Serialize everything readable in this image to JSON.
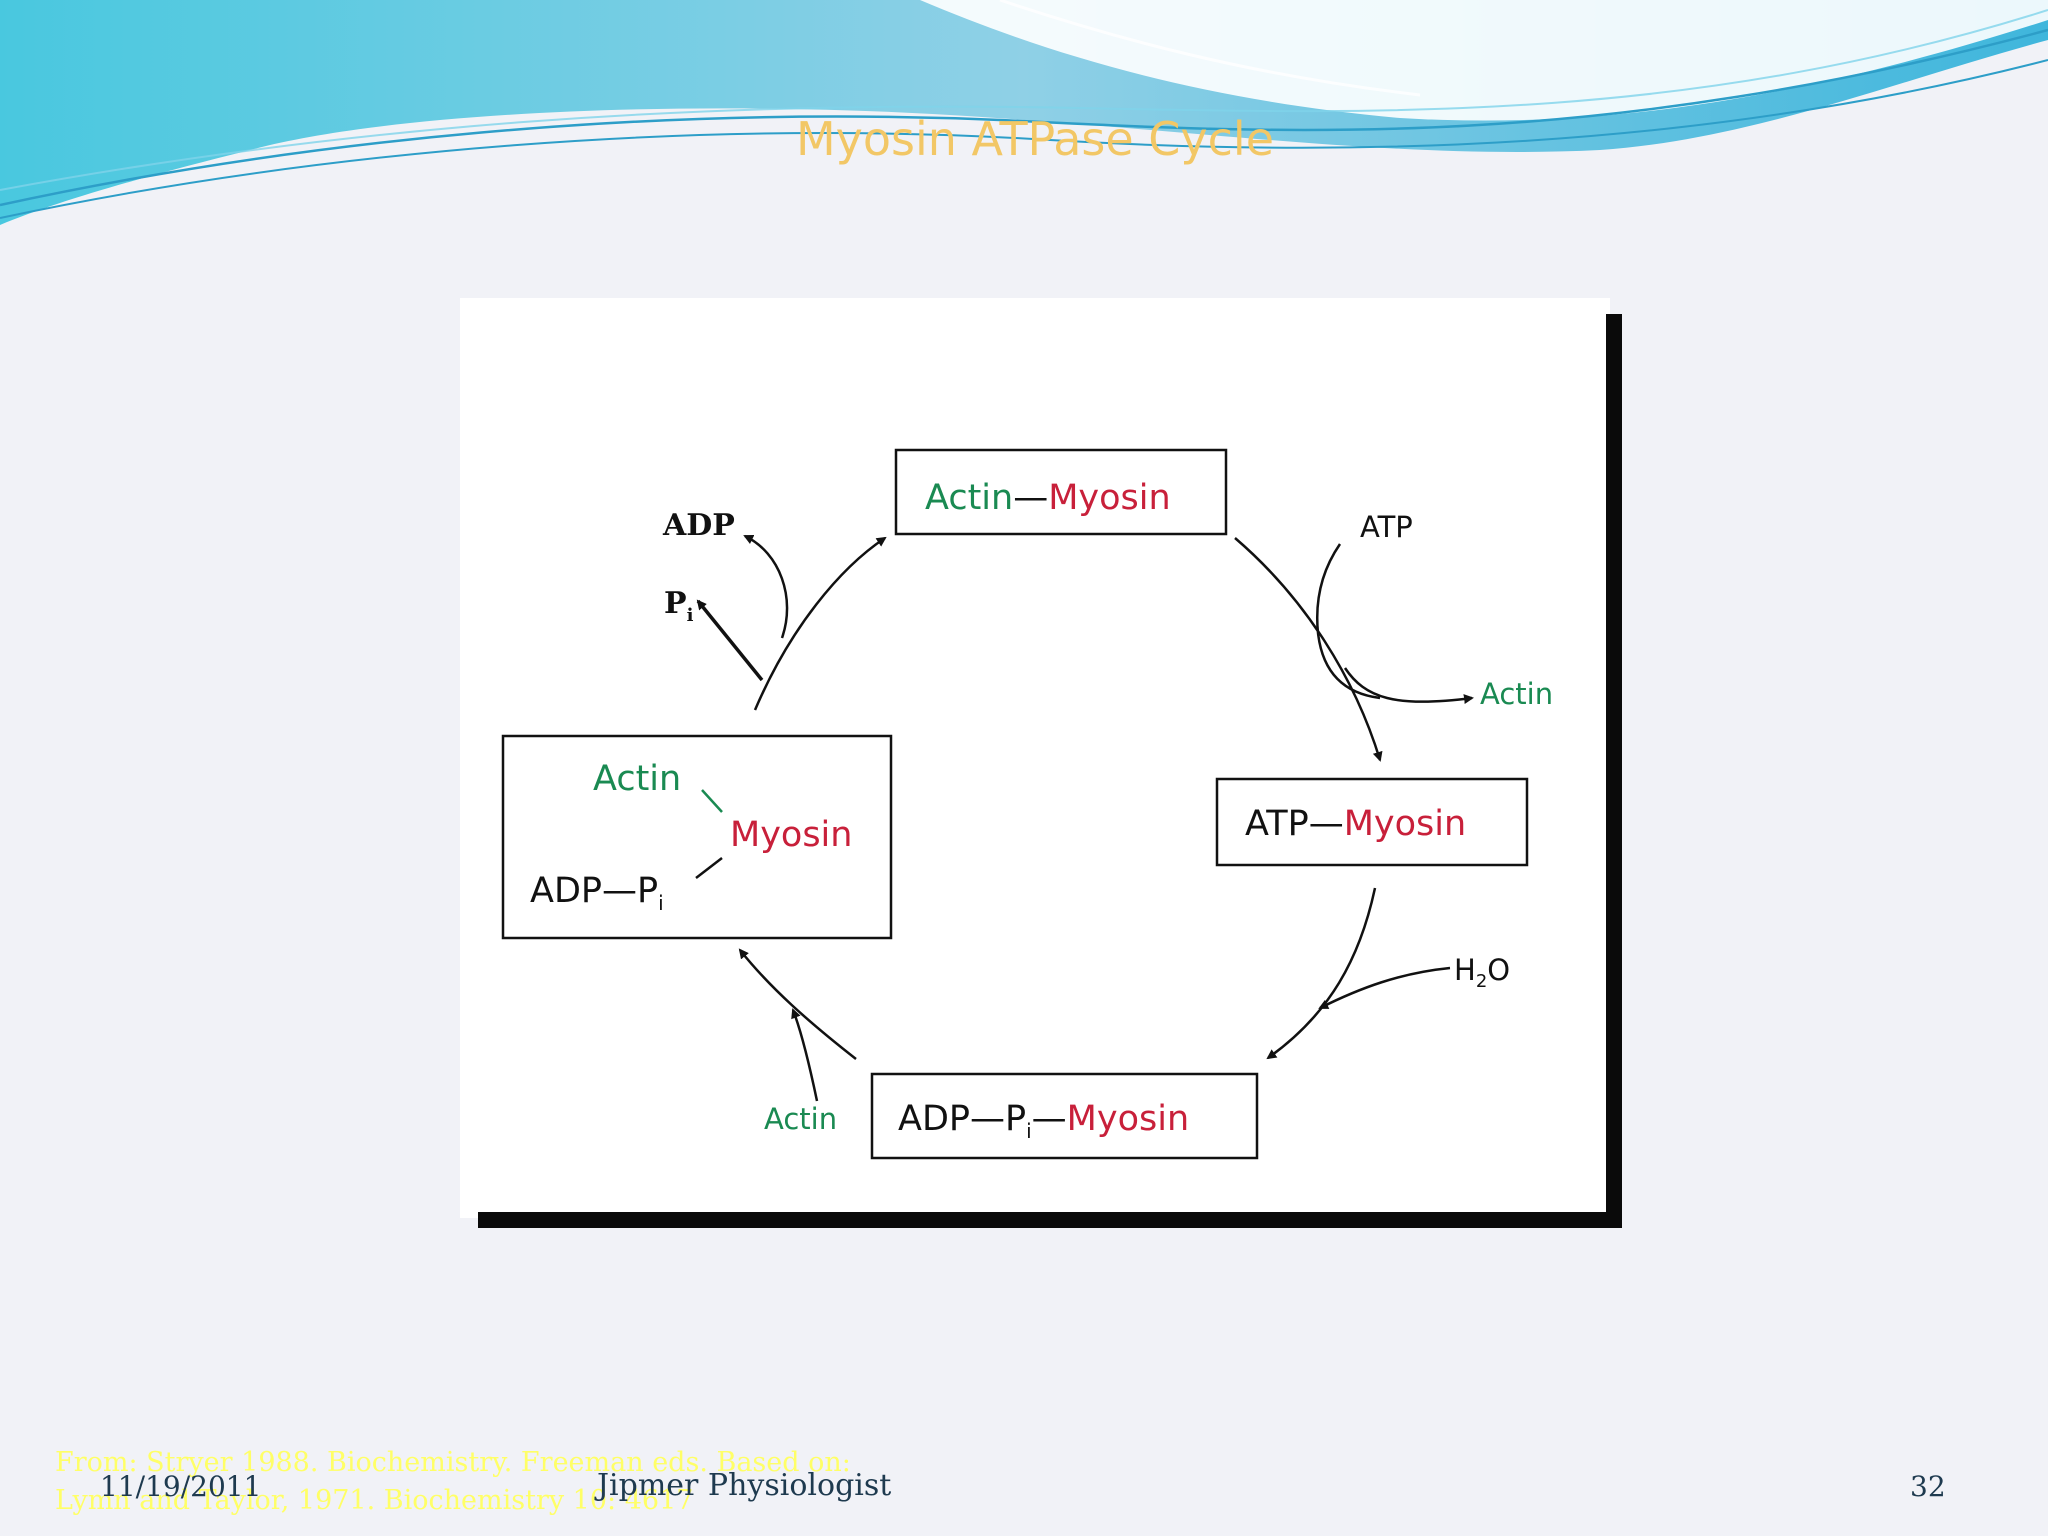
{
  "slide": {
    "title": "Myosin ATPase Cycle",
    "source": "From: Stryer 1988. Biochemistry. Freeman eds. Based on: Lymn and Taylor, 1971. Biochemistry 10: 4617",
    "date": "11/19/2011",
    "organization": "Jipmer Physiologist",
    "page_number": "32"
  },
  "diagram": {
    "states": {
      "actin_myosin": {
        "actin": "Actin",
        "bond": "—",
        "myosin": "Myosin"
      },
      "atp_myosin": {
        "atp": "ATP",
        "bond": "—",
        "myosin": "Myosin"
      },
      "adp_pi_myosin": {
        "adp": "ADP",
        "bond1": "—",
        "p": "P",
        "sub": "i",
        "bond2": "—",
        "myosin": "Myosin"
      },
      "actin_myosin_adp_pi": {
        "actin": "Actin",
        "myosin": "Myosin",
        "adp": "ADP",
        "bond": "—",
        "p": "P",
        "sub": "i"
      }
    },
    "labels": {
      "atp_in": "ATP",
      "actin_out": "Actin",
      "water_in": "H",
      "water_sub": "2",
      "water_o": "O",
      "actin_in": "Actin",
      "adp_out": "ADP",
      "pi_out": "P",
      "pi_sub": "i"
    }
  },
  "colors": {
    "actin": "#1a8a52",
    "myosin": "#c8203a",
    "title": "#f2c766",
    "source": "#ffff66",
    "footer": "#1e3a4f"
  }
}
